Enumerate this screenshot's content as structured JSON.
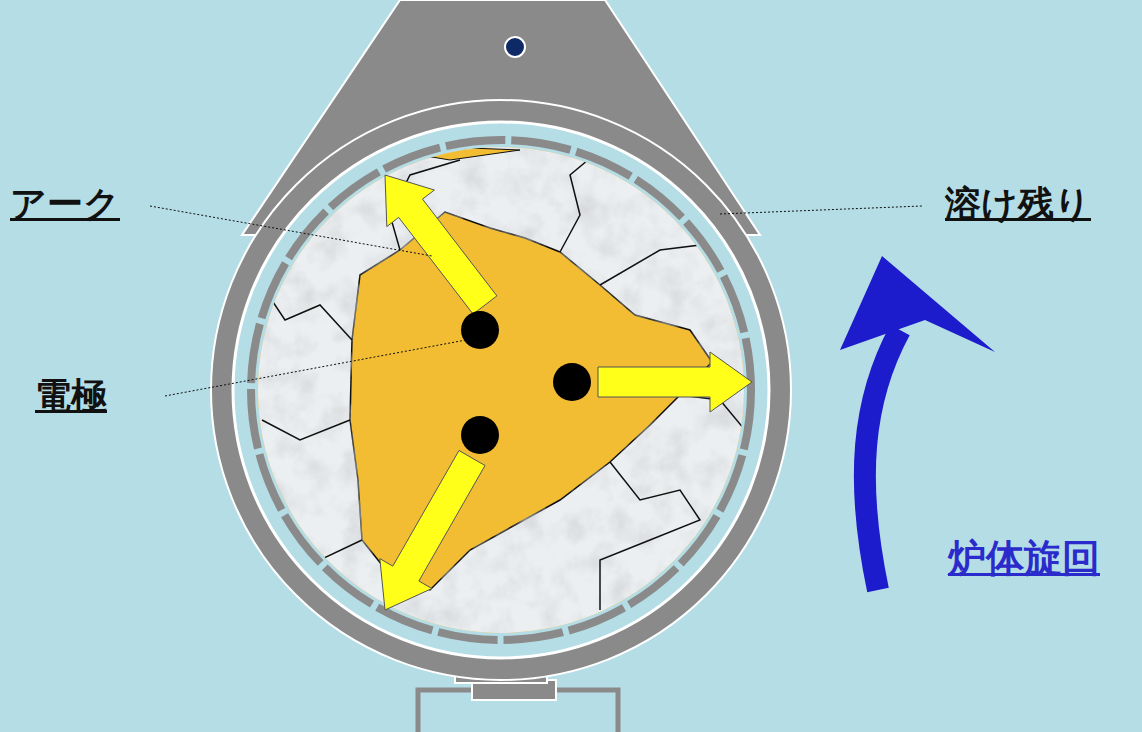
{
  "diagram": {
    "labels": [
      "アーク",
      "電極",
      "溶け残り",
      "炉体旋回"
    ]
  }
}
